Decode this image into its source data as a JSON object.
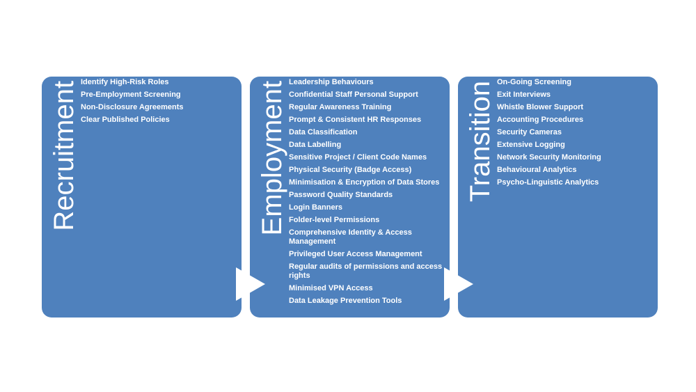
{
  "colors": {
    "panel_fill": "#4f81bd",
    "text": "#ffffff",
    "arrow": "#ffffff",
    "background": "#ffffff"
  },
  "stages": [
    {
      "title": "Recruitment",
      "items": [
        "Identify High-Risk Roles",
        "Pre-Employment Screening",
        "Non-Disclosure Agreements",
        "Clear Published Policies"
      ]
    },
    {
      "title": "Employment",
      "items": [
        "Leadership Behaviours",
        "Confidential Staff Personal Support",
        "Regular Awareness Training",
        "Prompt & Consistent HR Responses",
        "Data Classification",
        "Data Labelling",
        "Sensitive Project / Client Code Names",
        "Physical Security (Badge Access)",
        "Minimisation & Encryption of Data Stores",
        "Password Quality Standards",
        "Login Banners",
        "Folder-level Permissions",
        "Comprehensive Identity & Access Management",
        "Privileged User Access Management",
        "Regular audits of permissions and access rights",
        "Minimised VPN Access",
        "Data Leakage Prevention Tools"
      ]
    },
    {
      "title": "Transition",
      "items": [
        "On-Going Screening",
        "Exit Interviews",
        "Whistle Blower Support",
        "Accounting Procedures",
        "Security Cameras",
        "Extensive Logging",
        "Network Security Monitoring",
        "Behavioural Analytics",
        "Psycho-Linguistic Analytics"
      ]
    }
  ],
  "connectors": [
    {
      "shape": "chevron-right-arrow"
    },
    {
      "shape": "chevron-right-arrow"
    }
  ]
}
